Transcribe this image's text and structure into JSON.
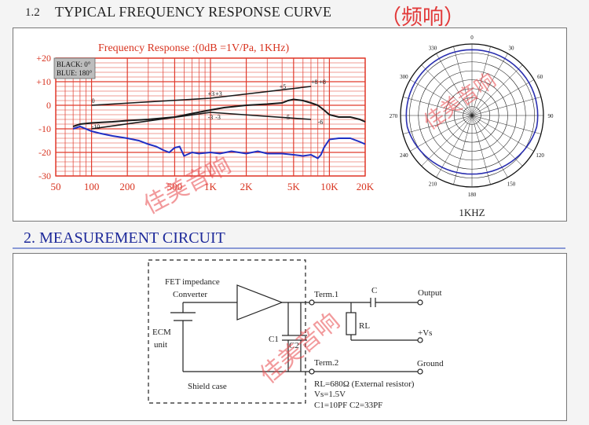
{
  "header": {
    "section1_number": "1.2",
    "section1_title": "TYPICAL FREQUENCY RESPONSE CURVE",
    "section1_cn": "（频响）",
    "section2_title": "2. MEASUREMENT CIRCUIT"
  },
  "watermark": "佳美音响",
  "frequency_chart": {
    "title": "Frequency  Response :(0dB =1V/Pa, 1KHz)",
    "legend": {
      "black": "BLACK: 0°",
      "blue": "BLUE: 180°"
    },
    "y_tick_labels": [
      "+20",
      "+10",
      "0",
      "-10",
      "-20",
      "-30"
    ],
    "x_tick_labels": [
      "50",
      "100",
      "200",
      "500",
      "1K",
      "2K",
      "5K",
      "10K",
      "20K"
    ],
    "curve_markers": [
      "0",
      "+3",
      "+3",
      "-3",
      "-3",
      "-10",
      "+5",
      "+8",
      "+8",
      "-5",
      "-6"
    ],
    "colors": {
      "grid": "#e03a2c",
      "black": "#1a1a1a",
      "blue": "#1f2fc4",
      "axis_text": "#d8331f"
    }
  },
  "polar_chart": {
    "angle_labels": [
      "0",
      "30",
      "60",
      "90",
      "120",
      "150",
      "180",
      "210",
      "240",
      "270",
      "300",
      "330"
    ],
    "caption": "1KHZ"
  },
  "chart_data": [
    {
      "type": "line",
      "title": "Frequency  Response :(0dB =1V/Pa, 1KHz)",
      "xscale": "log",
      "xlim": [
        50,
        20000
      ],
      "ylim": [
        -30,
        20
      ],
      "grid": true,
      "legend": "top-left",
      "series": [
        {
          "name": "BLACK: 0°",
          "color": "#1a1a1a",
          "x": [
            70,
            80,
            100,
            150,
            200,
            300,
            500,
            700,
            1000,
            1300,
            2000,
            3000,
            4000,
            4500,
            5000,
            6000,
            7000,
            8000,
            9000,
            10000,
            12000,
            15000,
            18000,
            20000
          ],
          "y": [
            -9,
            -8,
            -7.5,
            -7,
            -6.5,
            -6,
            -5,
            -3.5,
            -2,
            -1,
            0,
            0.5,
            1,
            2,
            2.5,
            2,
            1,
            0,
            -2,
            -4,
            -5,
            -5,
            -6,
            -7
          ]
        },
        {
          "name": "BLUE: 180°",
          "color": "#1f2fc4",
          "x": [
            70,
            80,
            100,
            120,
            150,
            200,
            250,
            300,
            350,
            400,
            450,
            500,
            550,
            600,
            700,
            800,
            1000,
            1200,
            1500,
            2000,
            2500,
            3000,
            4000,
            5000,
            6000,
            7000,
            8000,
            8500,
            9000,
            10000,
            12000,
            15000,
            18000,
            20000
          ],
          "y": [
            -10,
            -9,
            -11,
            -12,
            -13,
            -14,
            -15,
            -16.5,
            -17.5,
            -19,
            -20,
            -18,
            -17.5,
            -21.5,
            -20,
            -20.5,
            -20,
            -20.5,
            -19.5,
            -20.5,
            -19.5,
            -20.5,
            -20.5,
            -21,
            -21.5,
            -21,
            -22.5,
            -21,
            -18,
            -14.5,
            -14,
            -14,
            -15.5,
            -16.5
          ]
        }
      ]
    },
    {
      "type": "polar",
      "title": "1KHZ",
      "angle_labels_deg": [
        0,
        30,
        60,
        90,
        120,
        150,
        180,
        210,
        240,
        270,
        300,
        330
      ],
      "series": [
        {
          "name": "polar pattern",
          "color": "#2a2fb0",
          "r": 0.92,
          "shape": "omnidirectional"
        }
      ]
    }
  ],
  "circuit": {
    "fet_label_1": "FET impedance",
    "fet_label_2": "Converter",
    "ecm_label_1": "ECM",
    "ecm_label_2": "unit",
    "term1": "Term.1",
    "term2": "Term.2",
    "c_label": "C",
    "rl_label": "RL",
    "c1_label": "C1",
    "c2_label": "C2",
    "output_label": "Output",
    "vs_label": "+Vs",
    "ground_label": "Ground",
    "shield_label": "Shield case",
    "note_rl": "RL=680Ω  (External resistor)",
    "note_vs": "Vs=1.5V",
    "note_caps": "C1=10PF   C2=33PF"
  }
}
